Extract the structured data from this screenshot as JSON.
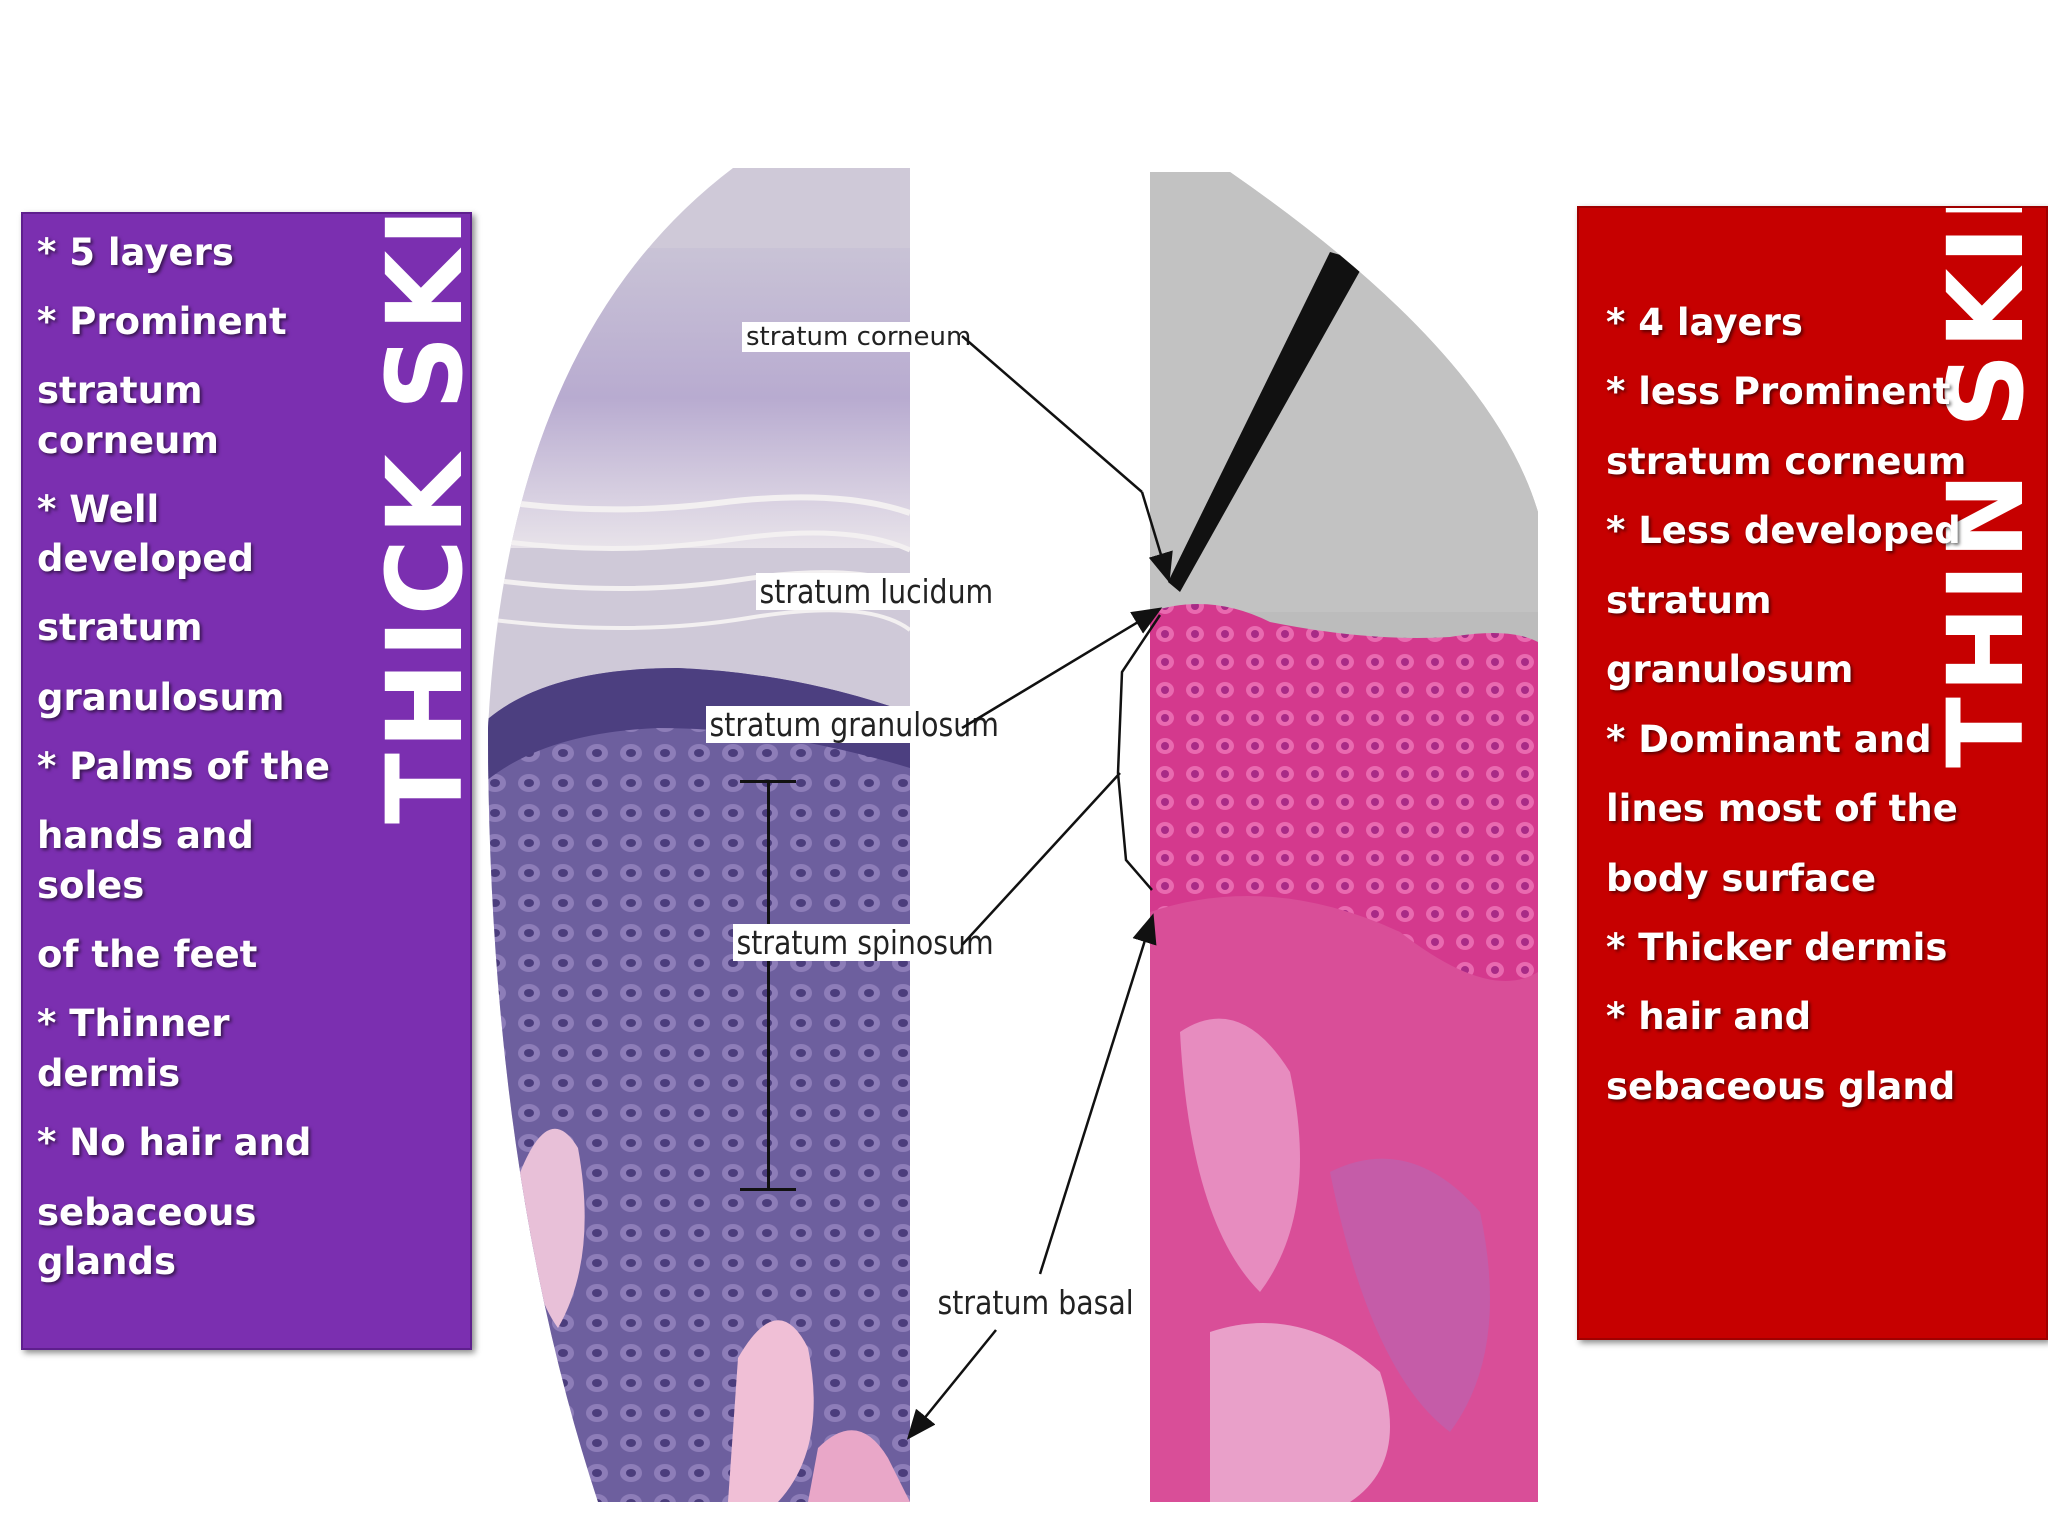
{
  "thick": {
    "title": "THICK  SKIN",
    "lines": [
      "*   5 layers",
      "*   Prominent",
      "stratum",
      "corneum",
      "*    Well",
      "developed",
      "stratum",
      "granulosum",
      "*   Palms of the",
      "hands and",
      "soles",
      "of the feet",
      "*    Thinner",
      "dermis",
      "*    No hair and",
      "sebaceous",
      "glands"
    ]
  },
  "thin": {
    "title": "THIN SKIN",
    "lines": [
      "*   4 layers",
      "*  less Prominent",
      "stratum corneum",
      "*  Less developed",
      "stratum",
      "granulosum",
      "*   Dominant and",
      "lines most of the",
      "body surface",
      "*   Thicker dermis",
      "* hair and",
      "sebaceous gland"
    ]
  },
  "labels": {
    "corneum": "stratum corneum",
    "lucidum": "stratum lucidum",
    "granulosum": "stratum granulosum",
    "spinosum": "stratum spinosum",
    "basal": "stratum basal"
  },
  "colors": {
    "thick_panel": "#7b2fb0",
    "thin_panel": "#c60000",
    "thick_stain": "#6a5a9e",
    "thin_stain": "#d8398f"
  }
}
